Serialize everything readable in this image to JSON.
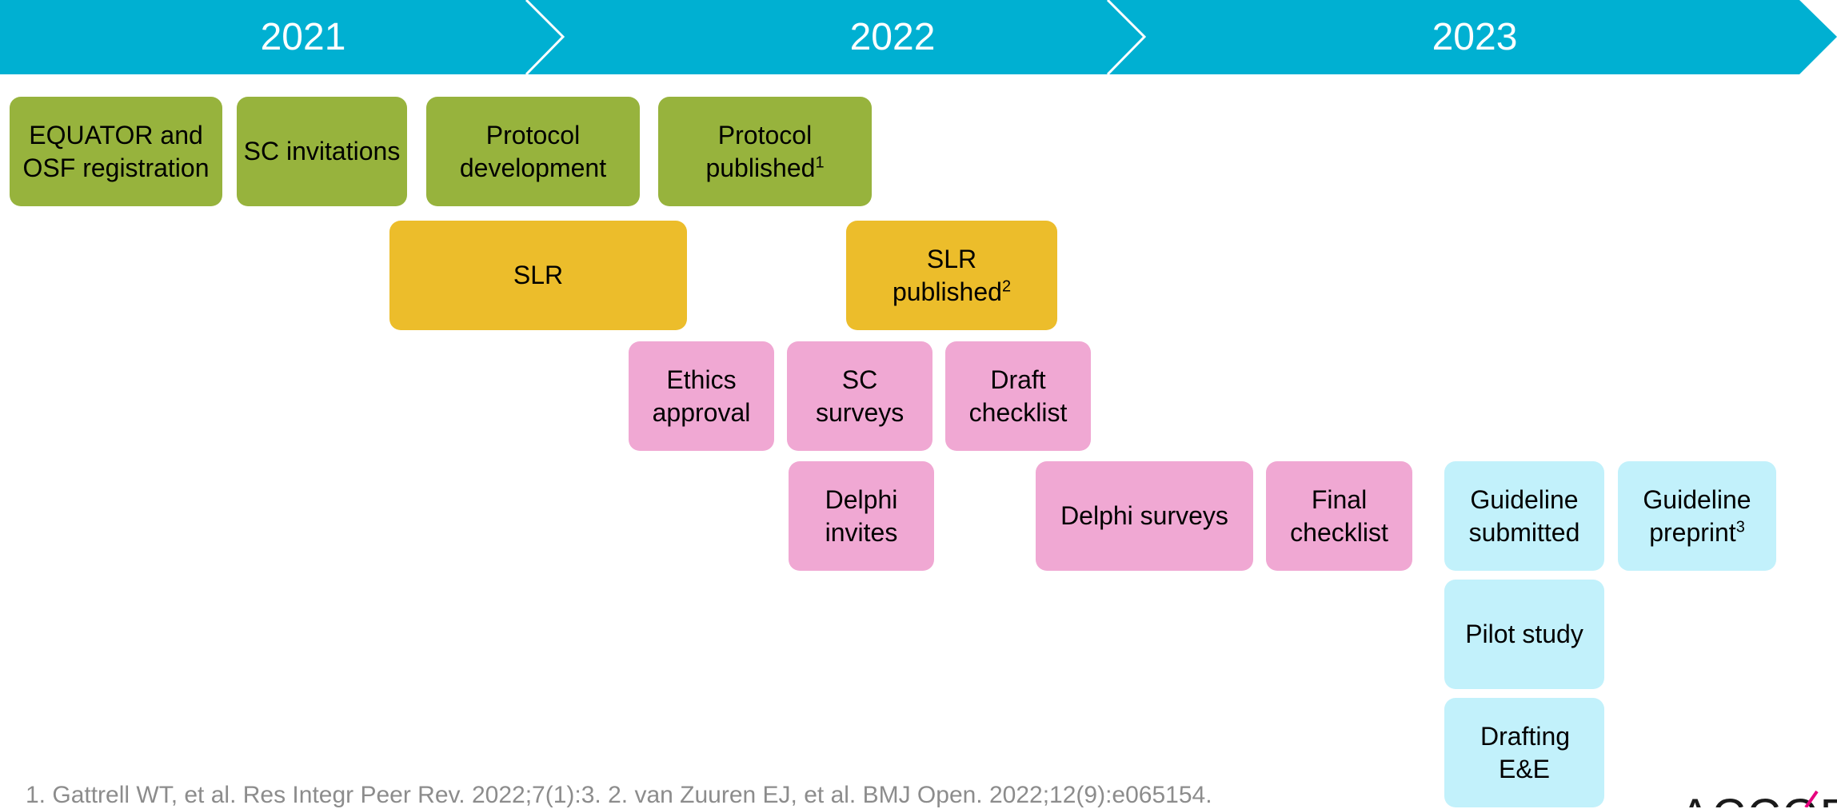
{
  "banner": {
    "color": "#00b0d2",
    "years": [
      "2021",
      "2022",
      "2023"
    ]
  },
  "boxes": {
    "equator": "EQUATOR and OSF registration",
    "sc_invitations": "SC invitations",
    "protocol_development": "Protocol development",
    "protocol_published": "Protocol published",
    "protocol_published_ref": "1",
    "slr": "SLR",
    "slr_published": "SLR published",
    "slr_published_ref": "2",
    "ethics_approval": "Ethics approval",
    "sc_surveys": "SC surveys",
    "draft_checklist": "Draft checklist",
    "delphi_invites": "Delphi invites",
    "delphi_surveys": "Delphi surveys",
    "final_checklist": "Final checklist",
    "guideline_submitted": "Guideline submitted",
    "guideline_preprint": "Guideline preprint",
    "guideline_preprint_ref": "3",
    "pilot_study": "Pilot study",
    "drafting_ee": "Drafting E&E"
  },
  "colors": {
    "green": "#97b33d",
    "gold": "#ecbd2b",
    "pink": "#f0a8d3",
    "cyan": "#c2f1fb"
  },
  "footnote": "1. Gattrell WT, et al. Res Integr Peer Rev. 2022;7(1):3. 2. van Zuuren EJ, et al. BMJ Open. 2022;12(9):e065154.",
  "logo": {
    "text": "ACCORD",
    "accent_color": "#e6007e"
  }
}
